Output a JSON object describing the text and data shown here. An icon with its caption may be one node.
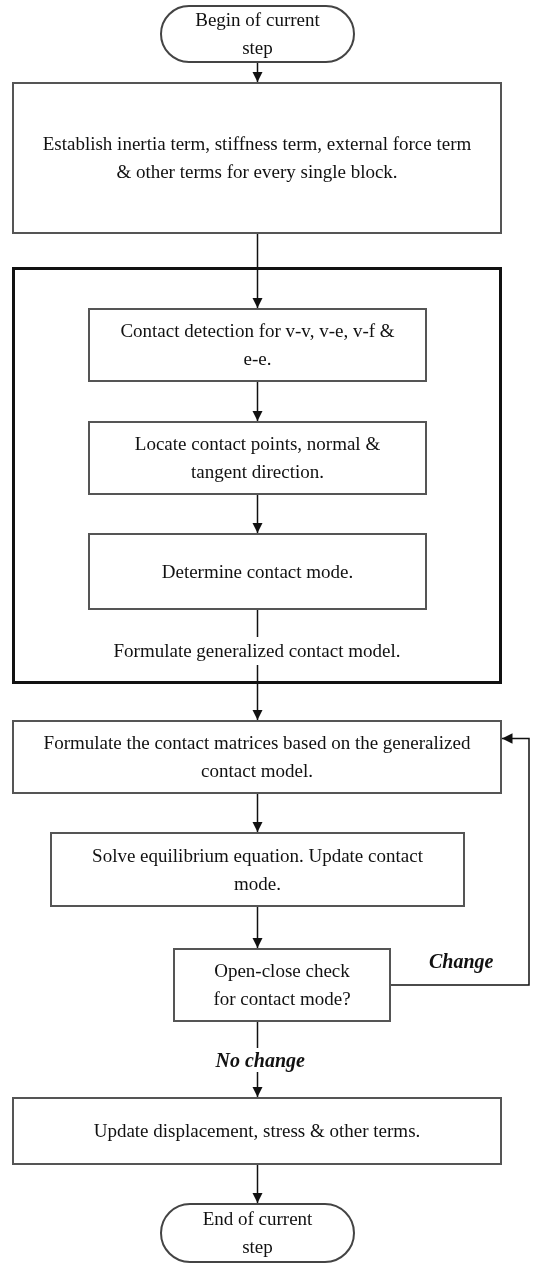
{
  "diagram": {
    "nodes": [
      {
        "text": [
          "Begin of current step"
        ]
      },
      {
        "text": [
          "Establish inertia term, stiffness term, external force term & other terms for every single block."
        ]
      },
      {
        "text": [
          "Formulate generalized contact model."
        ]
      },
      {
        "text": [
          "Contact detection for v-v, v-e, v-f & e-e."
        ],
        "in": 2
      },
      {
        "text": [
          "Locate contact points, normal & tangent direction."
        ],
        "in": 2
      },
      {
        "text": [
          "Determine contact mode."
        ],
        "in": 2
      },
      {
        "text": [
          "Formulate the contact matrices based on the generalized contact model."
        ]
      },
      {
        "text": [
          "Solve equilibrium equation. Update contact mode."
        ]
      },
      {
        "text": [
          "Open-close check for contact mode?"
        ]
      },
      {
        "text": [
          "Update displacement, stress & other terms."
        ]
      },
      {
        "text": [
          "End of current step"
        ]
      }
    ],
    "edges": [
      {
        "from": 0,
        "to": 1,
        "arrow": "to"
      },
      {
        "from": 1,
        "to": 3,
        "arrow": "to"
      },
      {
        "from": 3,
        "to": 4,
        "arrow": "to"
      },
      {
        "from": 4,
        "to": 5,
        "arrow": "to"
      },
      {
        "from": 5,
        "to": 6,
        "arrow": "to"
      },
      {
        "from": 6,
        "to": 7,
        "arrow": "to"
      },
      {
        "from": 7,
        "to": 8,
        "arrow": "to"
      },
      {
        "from": 8,
        "to": 9,
        "arrow": "to",
        "label": "No change"
      },
      {
        "from": 8,
        "to": 6,
        "arrow": "to",
        "label": "Change"
      },
      {
        "from": 9,
        "to": 10,
        "arrow": "to"
      }
    ]
  }
}
